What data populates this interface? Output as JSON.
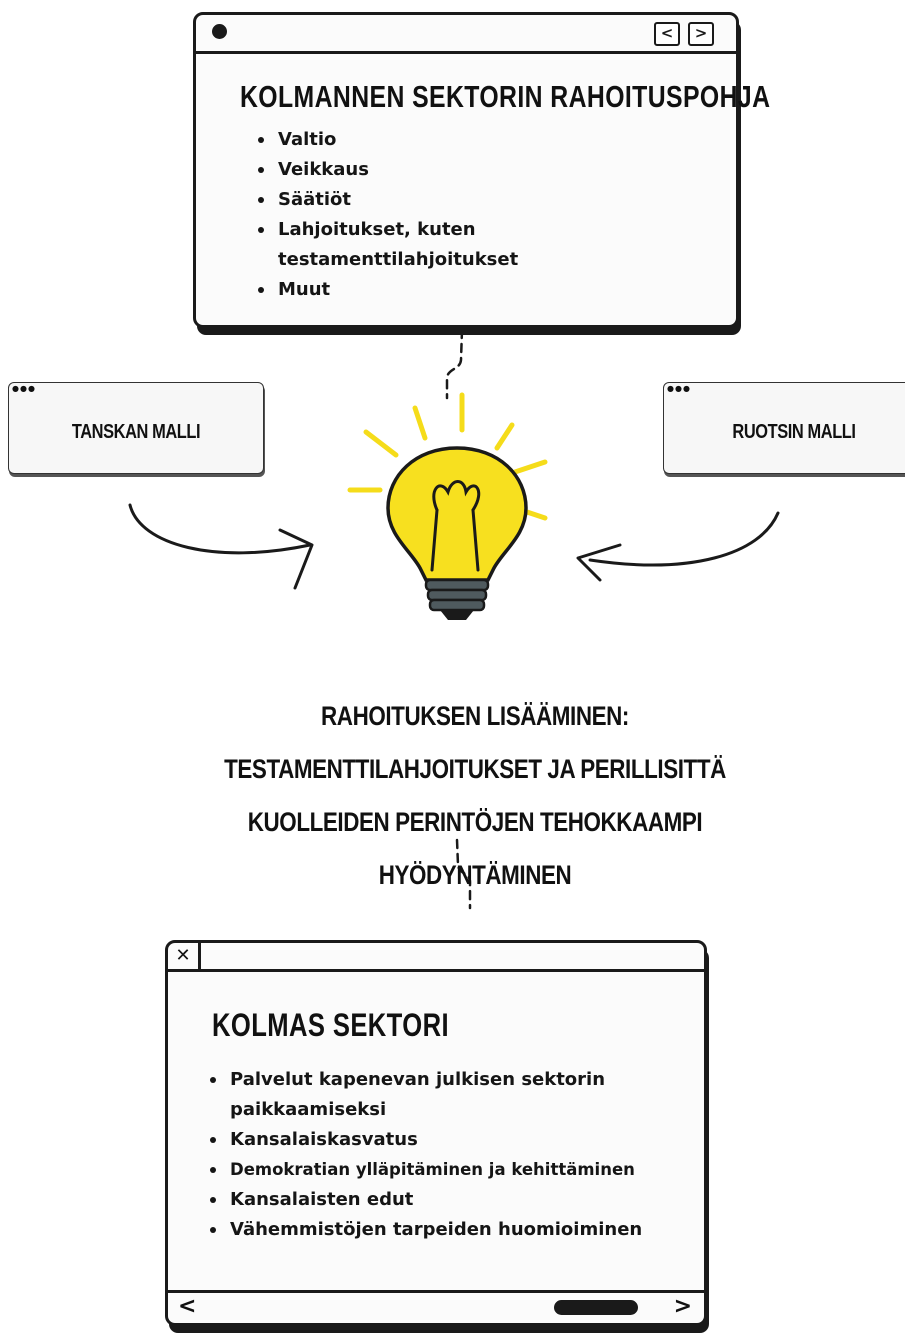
{
  "top_window": {
    "title": "KOLMANNEN SEKTORIN RAHOITUSPOHJA",
    "items": [
      "Valtio",
      "Veikkaus",
      "Säätiöt",
      "Lahjoitukset, kuten testamenttilahjoitukset",
      "Muut"
    ],
    "nav_prev": "<",
    "nav_next": ">"
  },
  "left_box": {
    "label": "TANSKAN MALLI",
    "dots": "●●●"
  },
  "right_box": {
    "label": "RUOTSIN MALLI",
    "dots": "●●●"
  },
  "middle": {
    "title": "RAHOITUKSEN LISÄÄMINEN: TESTAMENTTILAHJOITUKSET JA PERILLISITTÄ KUOLLEIDEN PERINTÖJEN TEHOKKAAMPI HYÖDYNTÄMINEN"
  },
  "bottom_window": {
    "close_glyph": "✕",
    "title": "KOLMAS SEKTORI",
    "items": [
      "Palvelut kapenevan julkisen sektorin paikkaamiseksi",
      "Kansalaiskasvatus",
      "Demokratian ylläpitäminen ja kehittäminen",
      "Kansalaisten edut",
      "Vähemmistöjen tarpeiden huomioiminen"
    ],
    "scroll_left": "<",
    "scroll_right": ">"
  },
  "icons": {
    "bulb": "light-bulb-icon",
    "left_arrow": "curved-arrow-icon",
    "right_arrow": "curved-arrow-icon"
  },
  "colors": {
    "bulb_yellow": "#f7e01f",
    "ray_yellow": "#f5dc1a",
    "ink": "#1a1a1a"
  }
}
